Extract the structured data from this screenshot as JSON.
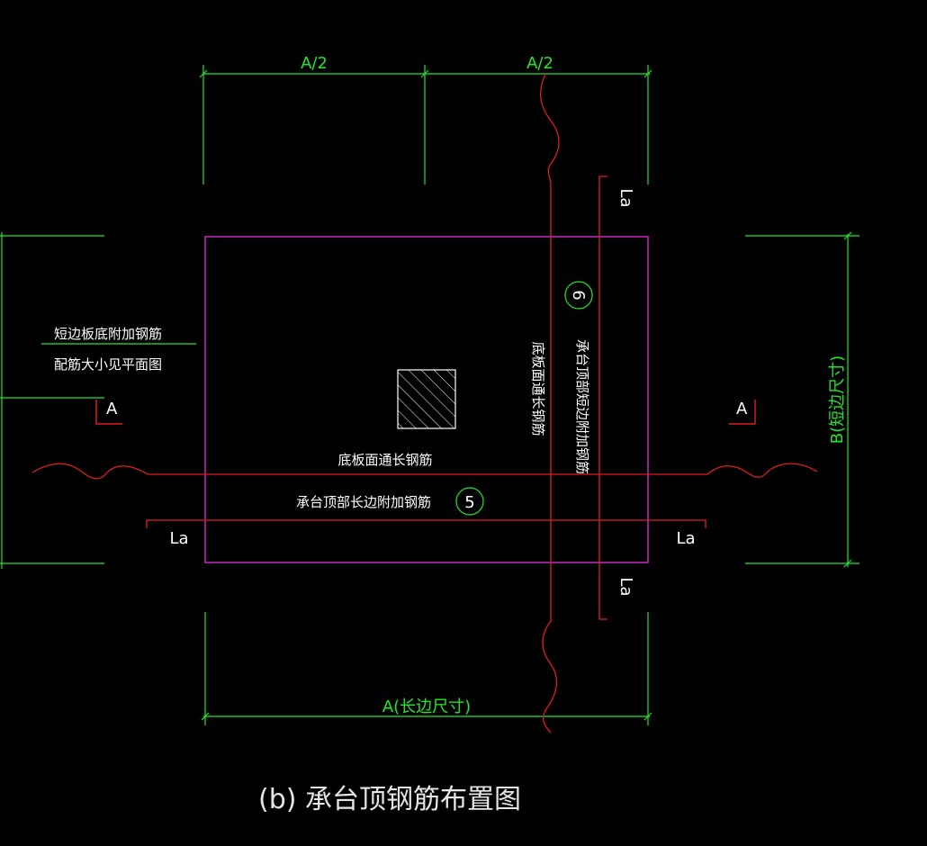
{
  "colors": {
    "background": "#000000",
    "dimension": "#22e62c",
    "outline": "#d12bd1",
    "rebar": "#e01e1e",
    "text": "#ffffff",
    "caption": "#e6e6e6"
  },
  "labels": {
    "half_a_left": "A/2",
    "half_a_right": "A/2",
    "anchor_top": "La",
    "anchor_bottom": "La",
    "anchor_left": "La",
    "anchor_right": "La",
    "note_line1": "短边板底附加钢筋",
    "note_line2": "配筋大小见平面图",
    "section_left": "A",
    "section_right": "A",
    "h_rebar_top": "底板面通长钢筋",
    "h_rebar_add": "承台顶部长边附加钢筋",
    "v_rebar_top": "底板面通长钢筋",
    "v_rebar_add": "承台顶部短边附加钢筋",
    "mark_5": "5",
    "mark_6": "6",
    "dim_long": "A(长边尺寸)",
    "dim_short": "B(短边尺寸)",
    "caption": "(b) 承台顶钢筋布置图"
  }
}
